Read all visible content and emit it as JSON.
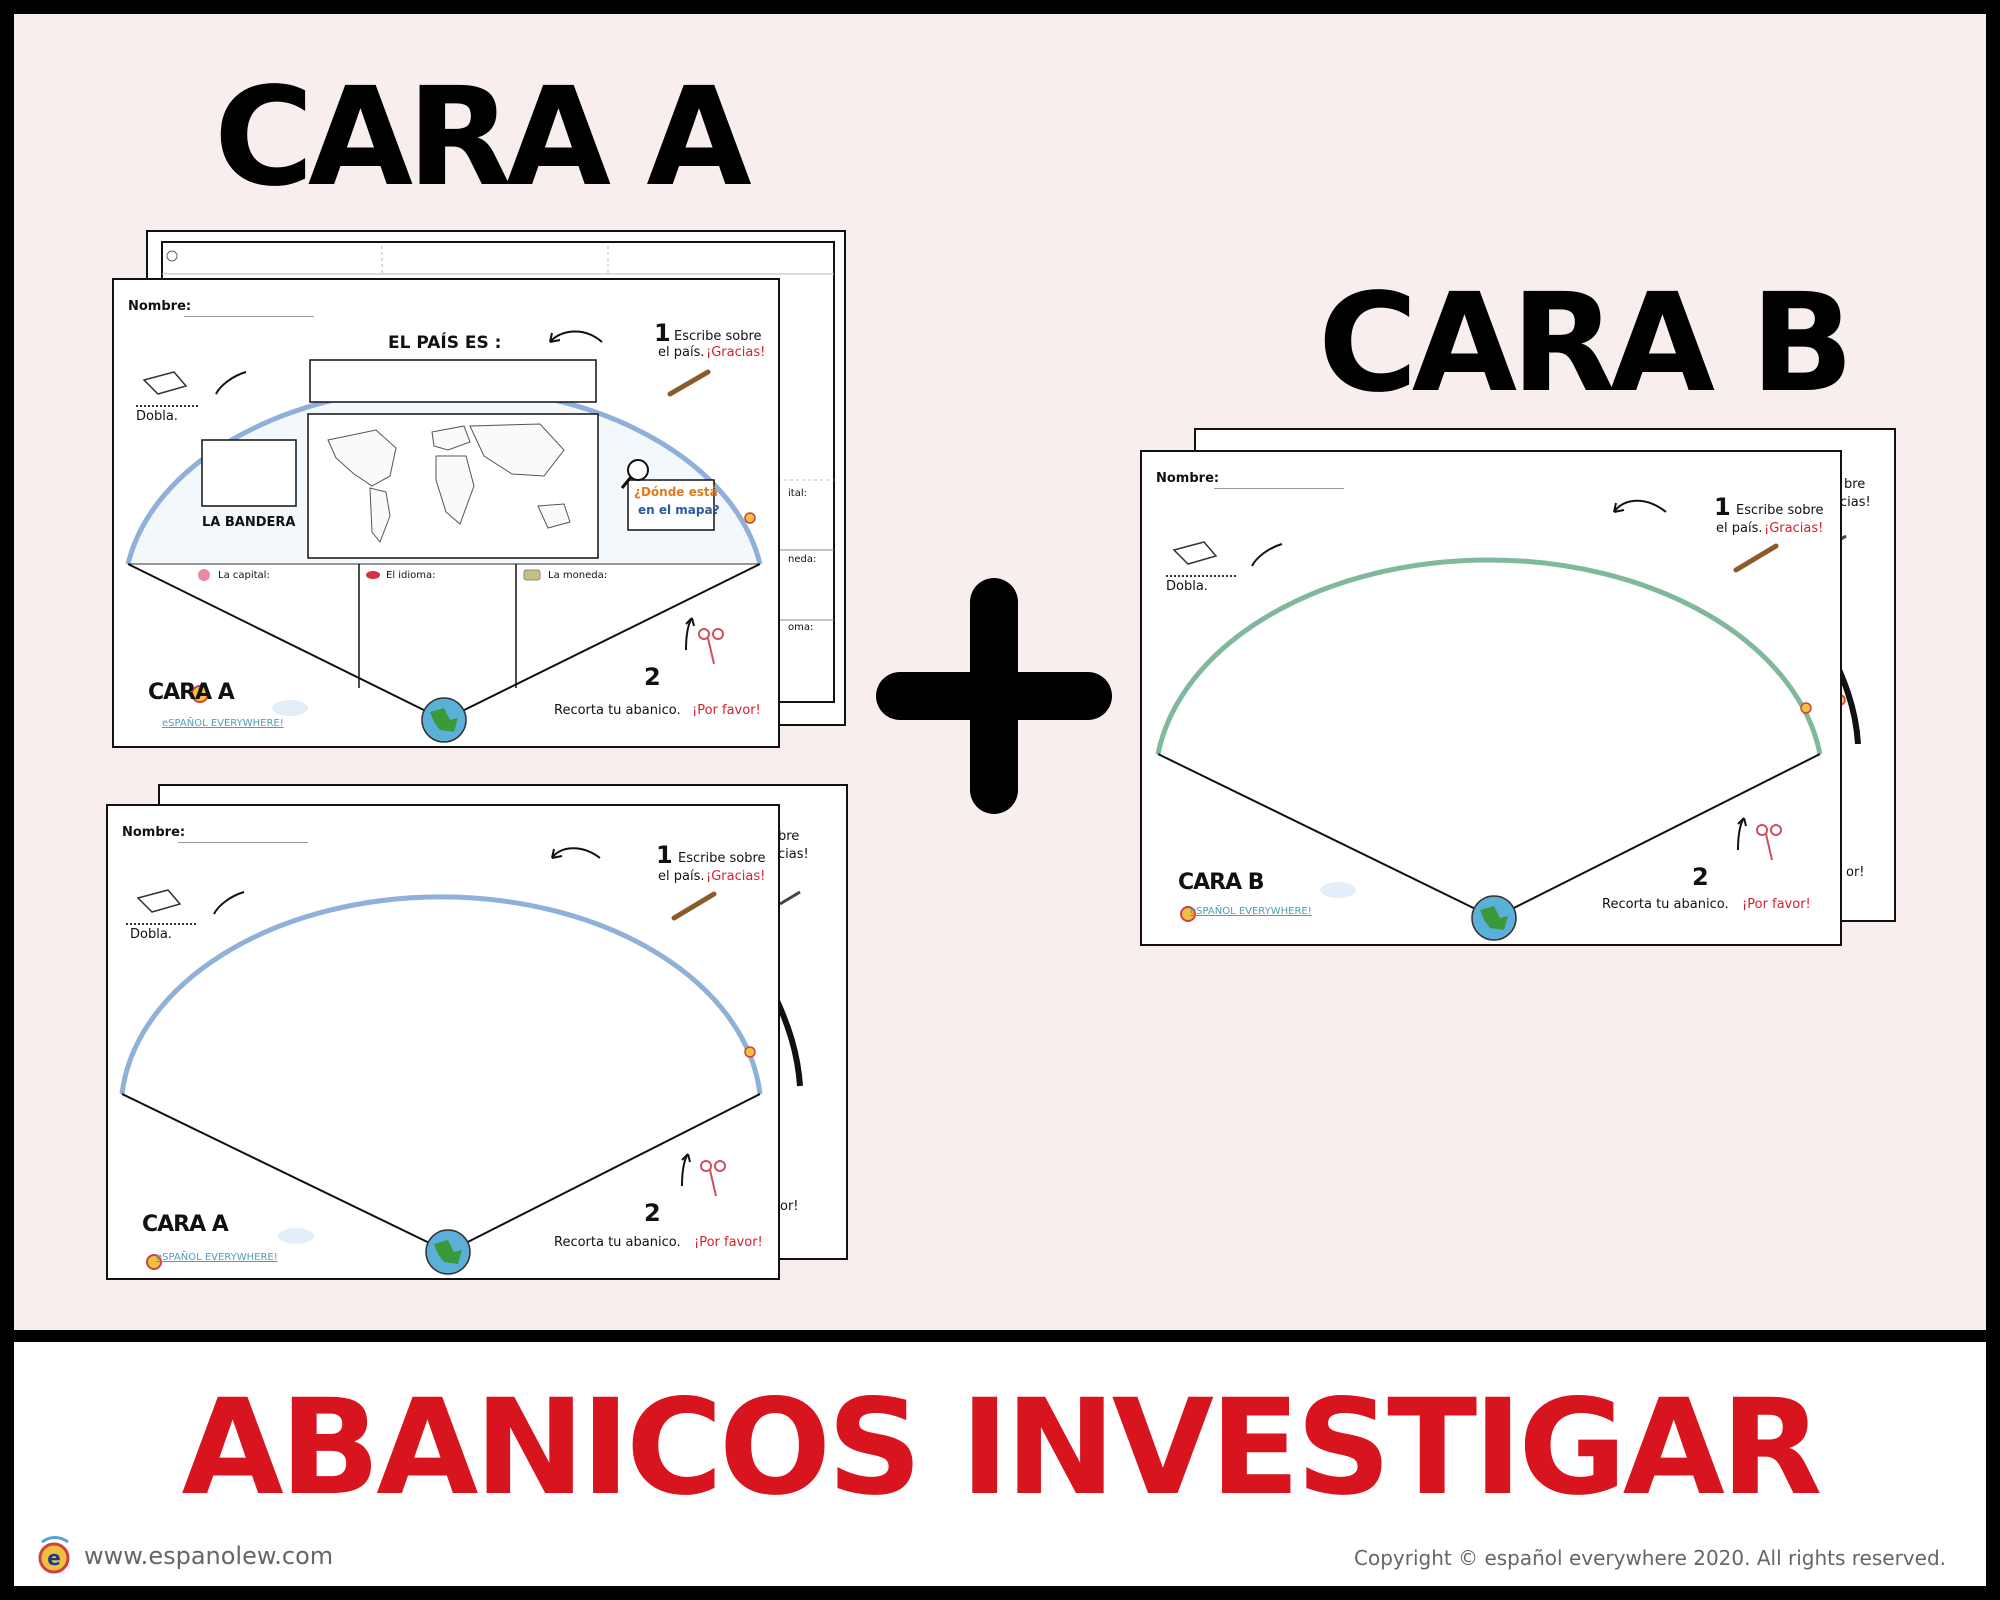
{
  "headings": {
    "cara_a": "CARA A",
    "cara_b": "CARA B"
  },
  "sheet": {
    "name_label": "Nombre:",
    "fold_label": "Dobla.",
    "step1_number": "1",
    "step1_line1": "Escribe sobre",
    "step1_line2": "el país.",
    "step1_thanks": "¡Gracias!",
    "step2_number": "2",
    "step2_text": "Recorta tu abanico.",
    "step2_please": "¡Por favor!",
    "brand": "eSPAÑOL EVERYWHERE!"
  },
  "sheet_a_front": {
    "country_title": "EL PAÍS ES :",
    "flag_label": "LA BANDERA",
    "where_q1": "¿Dónde está",
    "where_q2": "en el mapa?",
    "capital_label": "La capital:",
    "language_label": "El idioma:",
    "currency_label": "La moneda:",
    "cara_label": "CARA A"
  },
  "sheet_a_back_partial": {
    "capital_fragment": "ital:",
    "currency_fragment": "neda:",
    "idioma_fragment": "oma:"
  },
  "sheet_a_second": {
    "cara_label": "CARA A",
    "back_fragment1": "bre",
    "back_fragment2": "acias!",
    "back_fragment3": "or!"
  },
  "sheet_b": {
    "cara_label": "CARA B",
    "back_fragment1": "bre",
    "back_fragment2": "acias!",
    "back_fragment3": "or!"
  },
  "colors": {
    "arc_blue": "#8fb0d8",
    "arc_green": "#80b89c",
    "title_red": "#d8141e",
    "panel_pink": "#f8eeee"
  },
  "footer": {
    "title": "ABANICOS INVESTIGAR",
    "website": "www.espanolew.com",
    "copyright": "Copyright © español everywhere 2020. All rights reserved."
  }
}
